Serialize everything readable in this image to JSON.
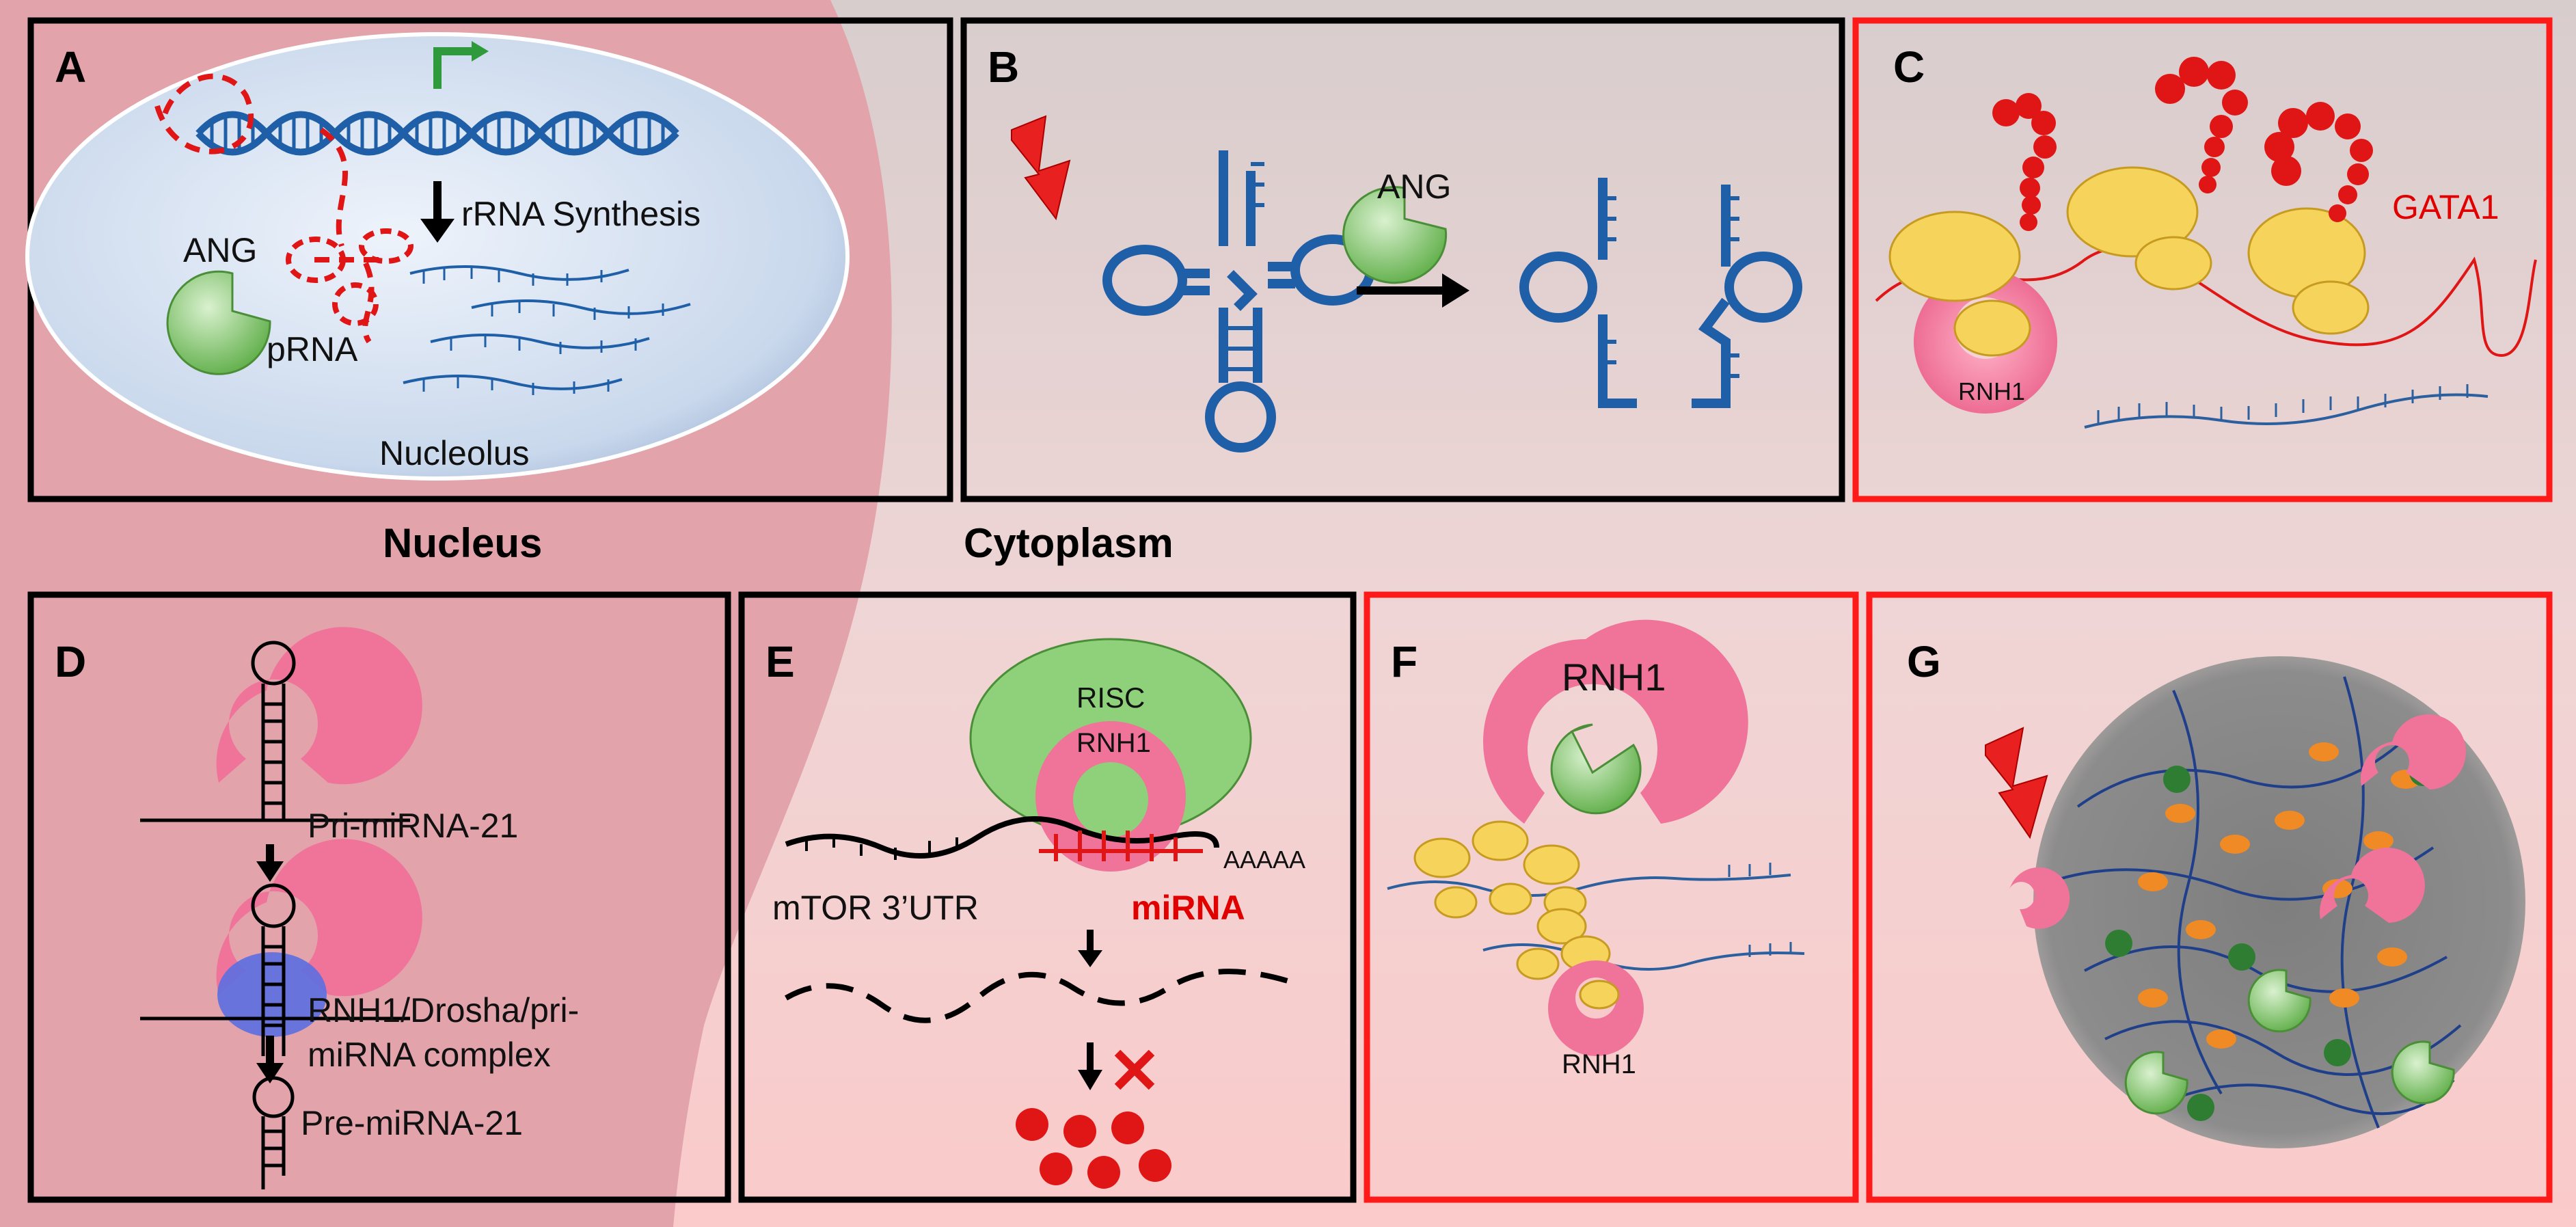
{
  "regions": {
    "nucleus": "Nucleus",
    "cytoplasm": "Cytoplasm"
  },
  "panels": {
    "A": {
      "letter": "A",
      "ang": "ANG",
      "prna": "pRNA",
      "rrna_synthesis": "rRNA Synthesis",
      "nucleolus": "Nucleolus"
    },
    "B": {
      "letter": "B",
      "ang": "ANG"
    },
    "C": {
      "letter": "C",
      "gata1": "GATA1",
      "rnh1": "RNH1"
    },
    "D": {
      "letter": "D",
      "pri_mirna": "Pri-miRNA-21",
      "complex_line1": "RNH1/Drosha/pri-",
      "complex_line2": "miRNA complex",
      "pre_mirna": "Pre-miRNA-21"
    },
    "E": {
      "letter": "E",
      "risc": "RISC",
      "rnh1": "RNH1",
      "polya": "AAAAA",
      "mtor": "mTOR 3’UTR",
      "mirna": "miRNA"
    },
    "F": {
      "letter": "F",
      "rnh1_top": "RNH1",
      "rnh1_bottom": "RNH1"
    },
    "G": {
      "letter": "G"
    }
  },
  "colors": {
    "nucleus_fill": "#e3a6ad",
    "cytoplasm_top": "#d9cfcf",
    "cytoplasm_bottom": "#f8c9ca",
    "rnh1": "#f0739a",
    "ang": "#8fd07a",
    "rna": "#2b5f9e",
    "gata1": "#ff1a1a",
    "ribosome": "#f6d35b",
    "panel_border_black": "#000000",
    "panel_border_red": "#ff1a1a"
  }
}
